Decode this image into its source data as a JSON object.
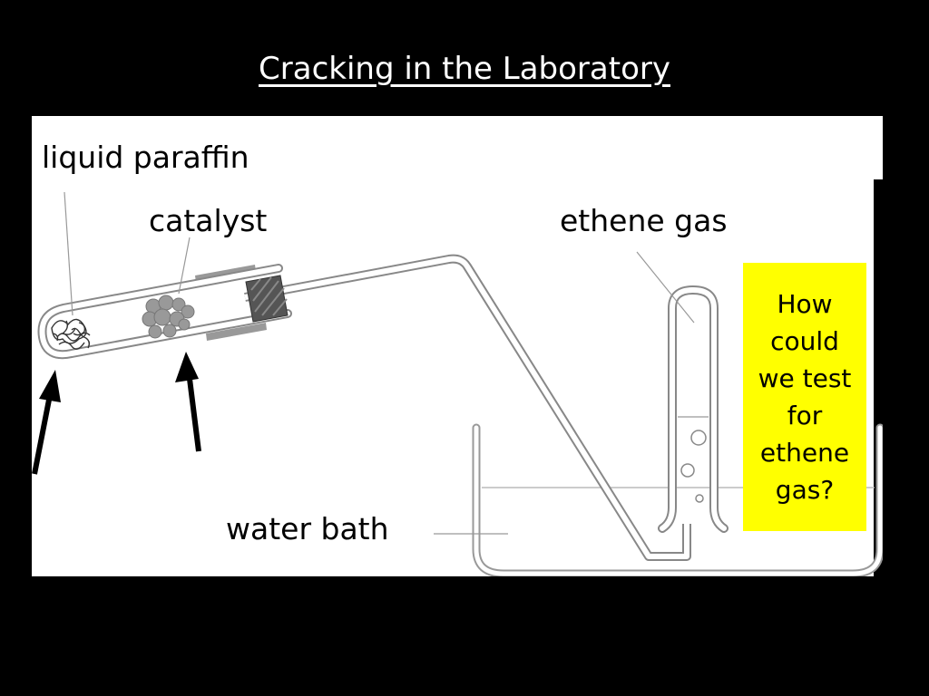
{
  "title": "Cracking in the Laboratory",
  "labels": {
    "liquid_paraffin": "liquid paraffin",
    "catalyst": "catalyst",
    "ethene_gas": "ethene gas",
    "water_bath": "water bath"
  },
  "question": "How could we test for ethene gas?",
  "colors": {
    "background": "#000000",
    "panel": "#ffffff",
    "question_box": "#ffff00"
  }
}
